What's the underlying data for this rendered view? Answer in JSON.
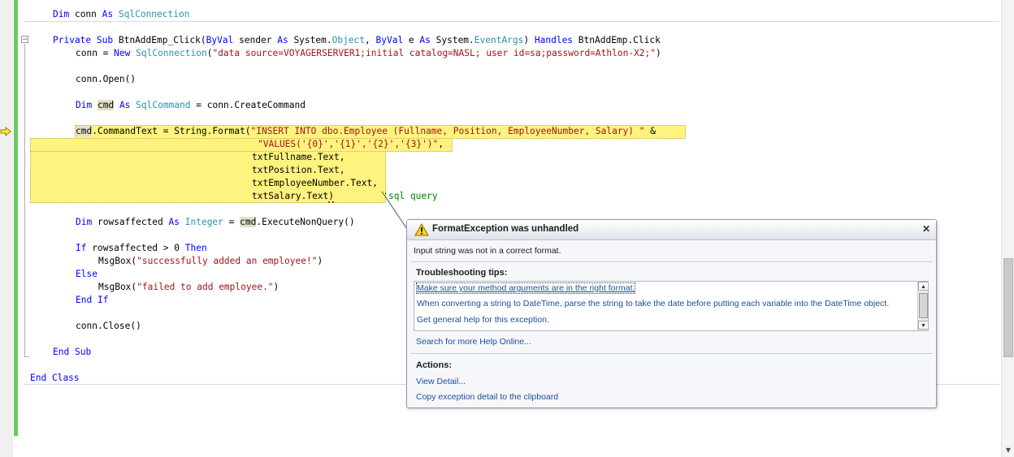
{
  "code": {
    "l1": {
      "kw1": "Dim",
      "t1": " conn ",
      "kw2": "As",
      "t2": " ",
      "ty1": "SqlConnection"
    },
    "l2": {
      "kw1": "Private",
      "t1": " ",
      "kw2": "Sub",
      "t2": " BtnAddEmp_Click(",
      "kw3": "ByVal",
      "t3": " sender ",
      "kw4": "As",
      "t4": " System.",
      "ty1": "Object",
      "t5": ", ",
      "kw5": "ByVal",
      "t6": " e ",
      "kw6": "As",
      "t7": " System.",
      "ty2": "EventArgs",
      "t8": ") ",
      "kw7": "Handles",
      "t9": " BtnAddEmp.Click"
    },
    "l3": {
      "t1": "conn = ",
      "kw1": "New",
      "t2": " ",
      "ty1": "SqlConnection",
      "t3": "(",
      "st1": "\"data source=VOYAGERSERVER1;initial catalog=NASL; user id=sa;password=Athlon-X2;\"",
      "t4": ")"
    },
    "l4": {
      "t1": "conn.Open()"
    },
    "l5": {
      "kw1": "Dim",
      "t1": " ",
      "id1": "cmd",
      "t2": " ",
      "kw2": "As",
      "t3": " ",
      "ty1": "SqlCommand",
      "t4": " = conn.CreateCommand"
    },
    "l6": {
      "id1": "cmd",
      "t1": ".CommandText = String.Format(",
      "st1": "\"INSERT INTO dbo.Employee (Fullname, Position, EmployeeNumber, Salary) \"",
      "t2": " &"
    },
    "l7": {
      "st1": "\"VALUES('{0}','{1}','{2}','{3}')\"",
      "t1": ","
    },
    "l8": {
      "t1": "txtFullname.Text,"
    },
    "l9": {
      "t1": "txtPosition.Text,"
    },
    "l10": {
      "t1": "txtEmployeeNumber.Text,"
    },
    "l11": {
      "t1": "txtSalary.Text",
      "sq": ")",
      "t2": "   ",
      "cm1": "'sql query"
    },
    "l12": {
      "kw1": "Dim",
      "t1": " rowsaffected ",
      "kw2": "As",
      "t2": " ",
      "ty1": "Integer",
      "t3": " = ",
      "id1": "cmd",
      "t4": ".ExecuteNonQuery()"
    },
    "l13": {
      "kw1": "If",
      "t1": " rowsaffected > 0 ",
      "kw2": "Then"
    },
    "l14": {
      "t1": "MsgBox(",
      "st1": "\"successfully added an employee!\"",
      "t2": ")"
    },
    "l15": {
      "kw1": "Else"
    },
    "l16": {
      "t1": "MsgBox(",
      "st1": "\"failed to add employee.\"",
      "t2": ")"
    },
    "l17": {
      "kw1": "End",
      "t1": " ",
      "kw2": "If"
    },
    "l18": {
      "t1": "conn.Close()"
    },
    "l19": {
      "kw1": "End",
      "t1": " ",
      "kw2": "Sub"
    },
    "l20": {
      "kw1": "End",
      "t1": " ",
      "kw2": "Class"
    }
  },
  "exception": {
    "title": "FormatException was unhandled",
    "close": "✕",
    "message": "Input string was not in a correct format.",
    "tips_heading": "Troubleshooting tips:",
    "tips": [
      "Make sure your method arguments are in the right format.",
      "When converting a string to DateTime, parse the string to take the date before putting each variable into the DateTime object.",
      "Get general help for this exception."
    ],
    "search_link": "Search for more Help Online...",
    "actions_heading": "Actions:",
    "view_detail": "View Detail...",
    "copy_detail": "Copy exception detail to the clipboard"
  },
  "icons": {
    "warning": "warning-icon",
    "execution_pointer": "current-statement-arrow-icon",
    "collapse": "collapse-minus-icon"
  },
  "colors": {
    "keyword": "#0000ff",
    "type": "#2b91af",
    "string": "#a31515",
    "comment": "#008000",
    "highlight": "#fff37f",
    "change_bar": "#6ccb5f"
  }
}
